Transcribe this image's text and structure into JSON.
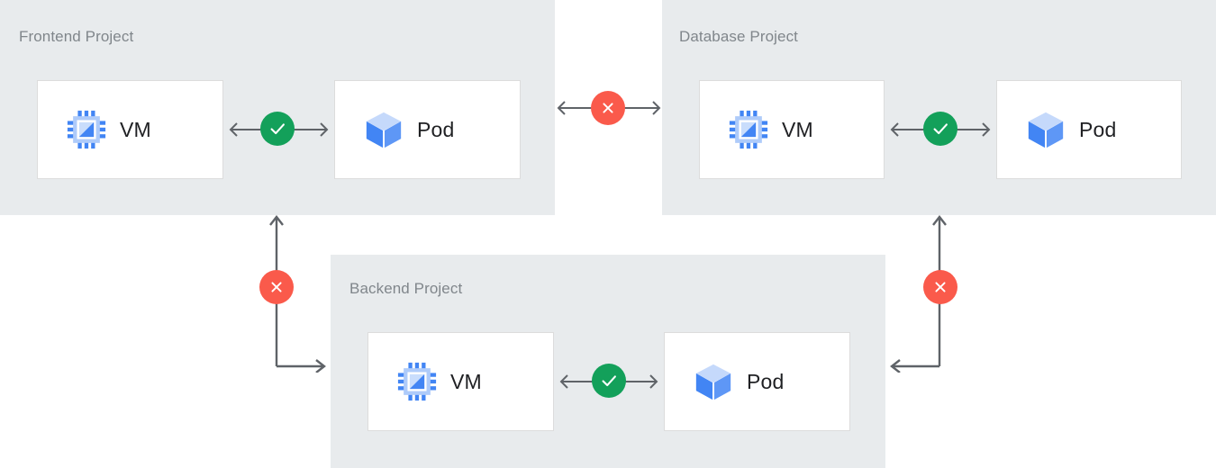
{
  "diagram": {
    "title_text_color": "#80868b",
    "panel_color": "#e8ebed",
    "card_color": "#ffffff",
    "ok_color": "#13a05a",
    "blocked_color": "#fa5a4b",
    "arrow_color": "#5f6368"
  },
  "panels": [
    {
      "id": "frontend",
      "title": "Frontend Project",
      "resources": [
        {
          "icon": "vm-chip-icon",
          "label": "VM"
        },
        {
          "icon": "pod-cube-icon",
          "label": "Pod"
        }
      ],
      "internal_link": {
        "status": "allowed",
        "icon": "check-circle-icon"
      }
    },
    {
      "id": "database",
      "title": "Database Project",
      "resources": [
        {
          "icon": "vm-chip-icon",
          "label": "VM"
        },
        {
          "icon": "pod-cube-icon",
          "label": "Pod"
        }
      ],
      "internal_link": {
        "status": "allowed",
        "icon": "check-circle-icon"
      }
    },
    {
      "id": "backend",
      "title": "Backend Project",
      "resources": [
        {
          "icon": "vm-chip-icon",
          "label": "VM"
        },
        {
          "icon": "pod-cube-icon",
          "label": "Pod"
        }
      ],
      "internal_link": {
        "status": "allowed",
        "icon": "check-circle-icon"
      }
    }
  ],
  "cross_project_links": [
    {
      "id": "frontend-database",
      "from": "frontend",
      "to": "database",
      "status": "blocked",
      "icon": "x-circle-icon",
      "direction": "bidirectional"
    },
    {
      "id": "frontend-backend",
      "from": "frontend",
      "to": "backend",
      "status": "blocked",
      "icon": "x-circle-icon",
      "direction": "bidirectional"
    },
    {
      "id": "database-backend",
      "from": "database",
      "to": "backend",
      "status": "blocked",
      "icon": "x-circle-icon",
      "direction": "bidirectional"
    }
  ]
}
